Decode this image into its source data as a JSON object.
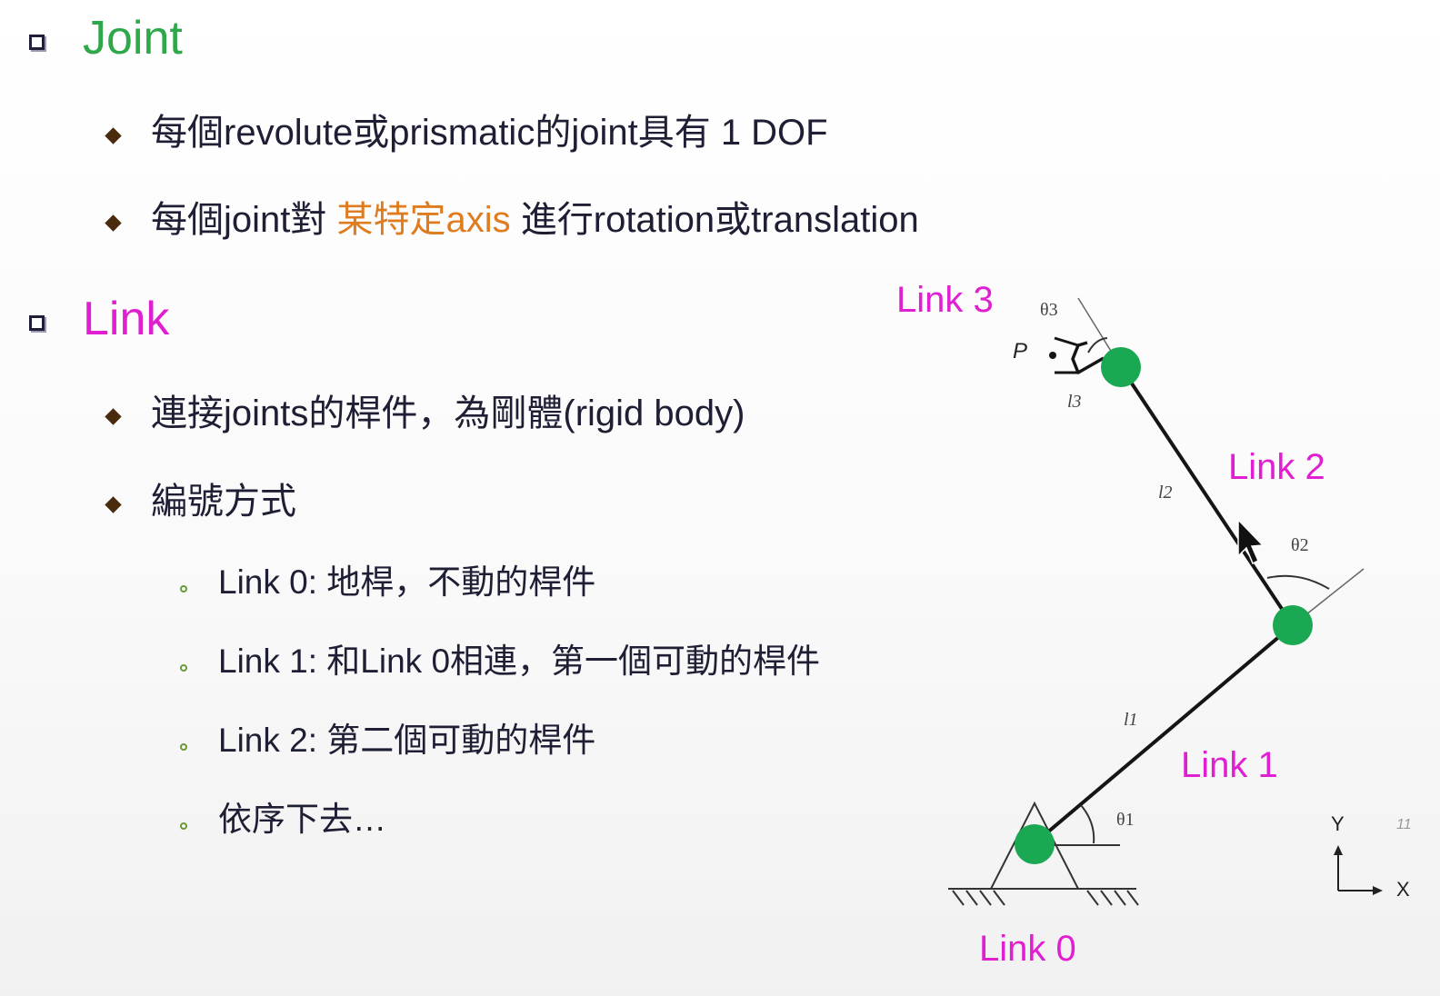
{
  "sections": [
    {
      "title": "Joint",
      "title_color": "#2fa84a",
      "bullets": [
        {
          "text": "每個revolute或prismatic的joint具有 1 DOF"
        },
        {
          "before": "每個joint對 ",
          "accent": "某特定axis",
          "after": " 進行rotation或translation"
        }
      ]
    },
    {
      "title": "Link",
      "title_color": "#e020d0",
      "bullets": [
        {
          "text": "連接joints的桿件，為剛體(rigid  body)"
        },
        {
          "text": "編號方式"
        }
      ],
      "sub_bullets": [
        "Link 0: 地桿，不動的桿件",
        "Link 1: 和Link 0相連，第一個可動的桿件",
        "Link 2: 第二個可動的桿件",
        "依序下去…"
      ]
    }
  ],
  "accent_color": "#e07c20",
  "diagram": {
    "link_label_color": "#e020d0",
    "joint_color": "#1aa852",
    "link_labels": [
      "Link 3",
      "Link 2",
      "Link 1",
      "Link 0"
    ],
    "length_labels": [
      "l1",
      "l2",
      "l3"
    ],
    "angle_labels": [
      "θ1",
      "θ2",
      "θ3"
    ],
    "point_label": "P",
    "axis_labels": {
      "x": "X",
      "y": "Y"
    },
    "page_mark": "11"
  }
}
